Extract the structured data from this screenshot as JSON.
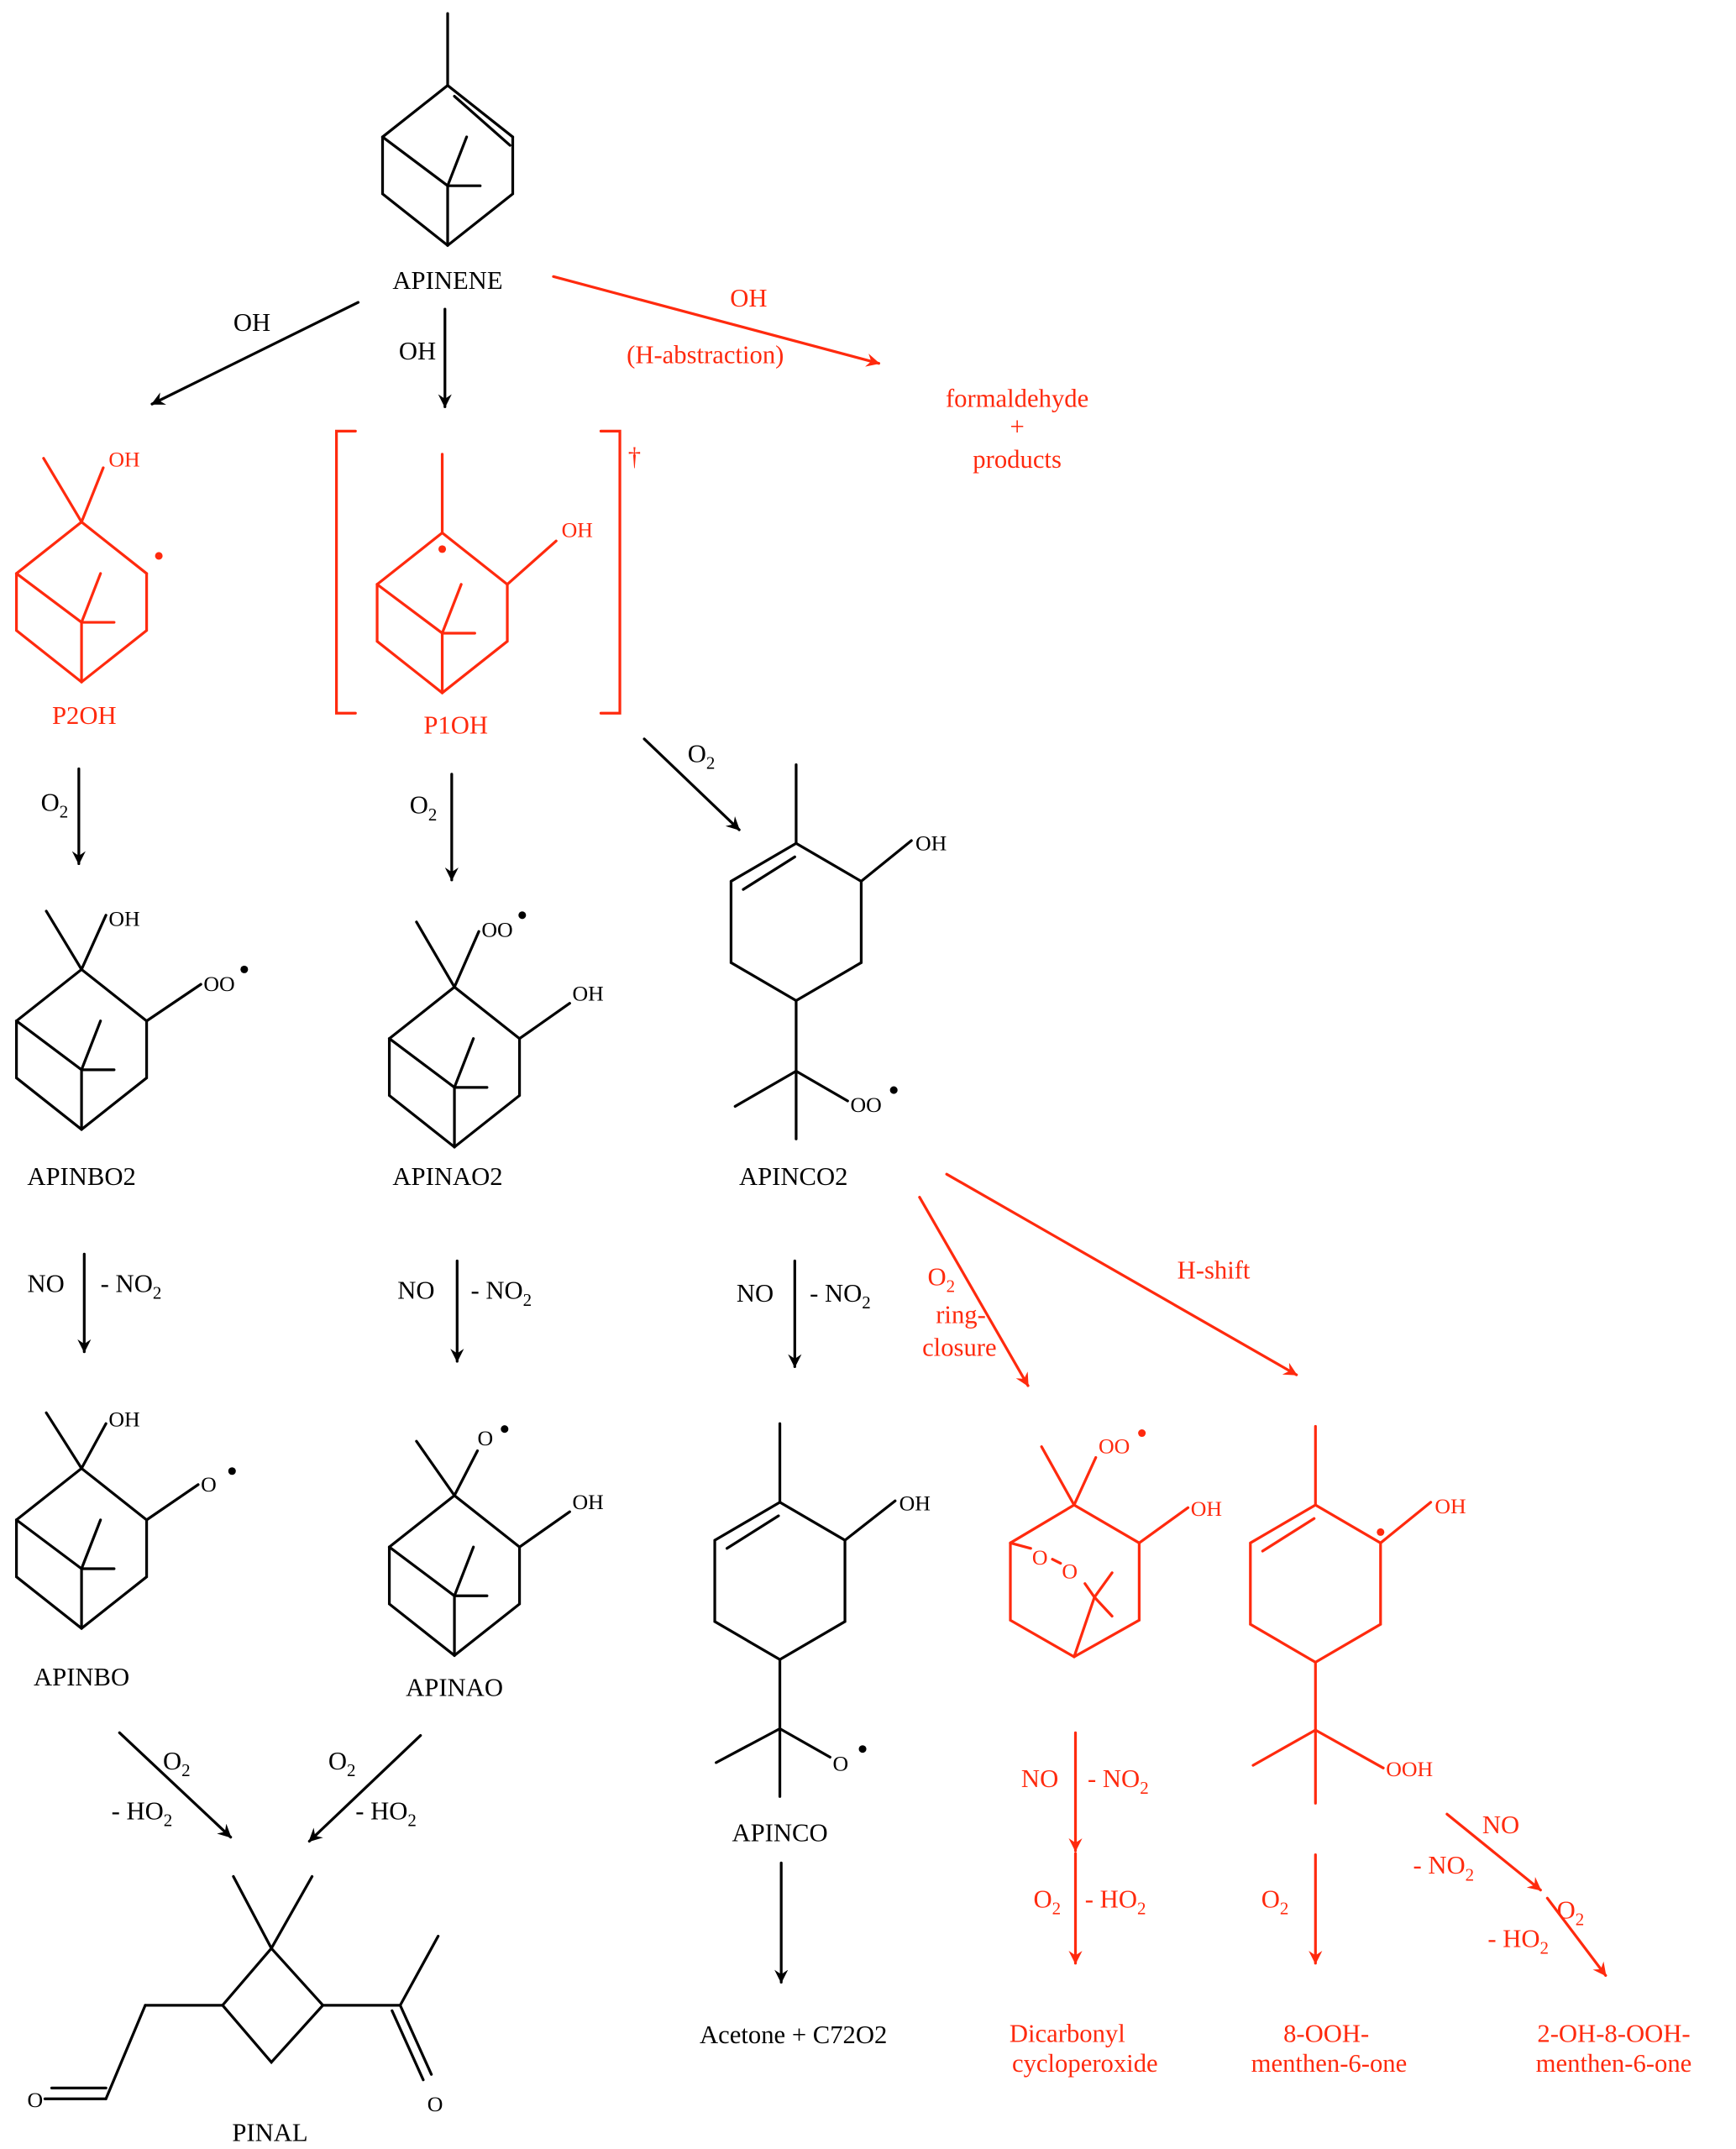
{
  "colors": {
    "main": "#000000",
    "highlight": "#ff2a0e"
  },
  "molecules": {
    "apinene": "APINENE",
    "p2oh": "P2OH",
    "p1oh": "P1OH",
    "apinbo2": "APINBO2",
    "apinao2": "APINAO2",
    "apinco2": "APINCO2",
    "apinbo": "APINBO",
    "apinao": "APINAO",
    "apinco": "APINCO",
    "pinal": "PINAL",
    "acetone_c72o2": "Acetone + C72O2",
    "formaldehyde": [
      "formaldehyde",
      "+",
      "products"
    ],
    "dicarbonyl": [
      "Dicarbonyl",
      "cycloperoxide"
    ],
    "ooh_menthenone": [
      "8-OOH-",
      "menthen-6-one"
    ],
    "oh_ooh_menthenone": [
      "2-OH-8-OOH-",
      "menthen-6-one"
    ]
  },
  "groups": {
    "oh": "OH",
    "oo": "OO",
    "o": "O",
    "ooh": "OOH",
    "o_ring": "O",
    "dagger": "†"
  },
  "reagents": {
    "oh": "OH",
    "h_abstraction": "(H-abstraction)",
    "o2": "O",
    "o2_sub": "2",
    "no": "NO",
    "minus_no2": "- NO",
    "minus_ho2": "- HO",
    "ring": "ring-",
    "closure": "closure",
    "h_shift": "H-shift"
  }
}
